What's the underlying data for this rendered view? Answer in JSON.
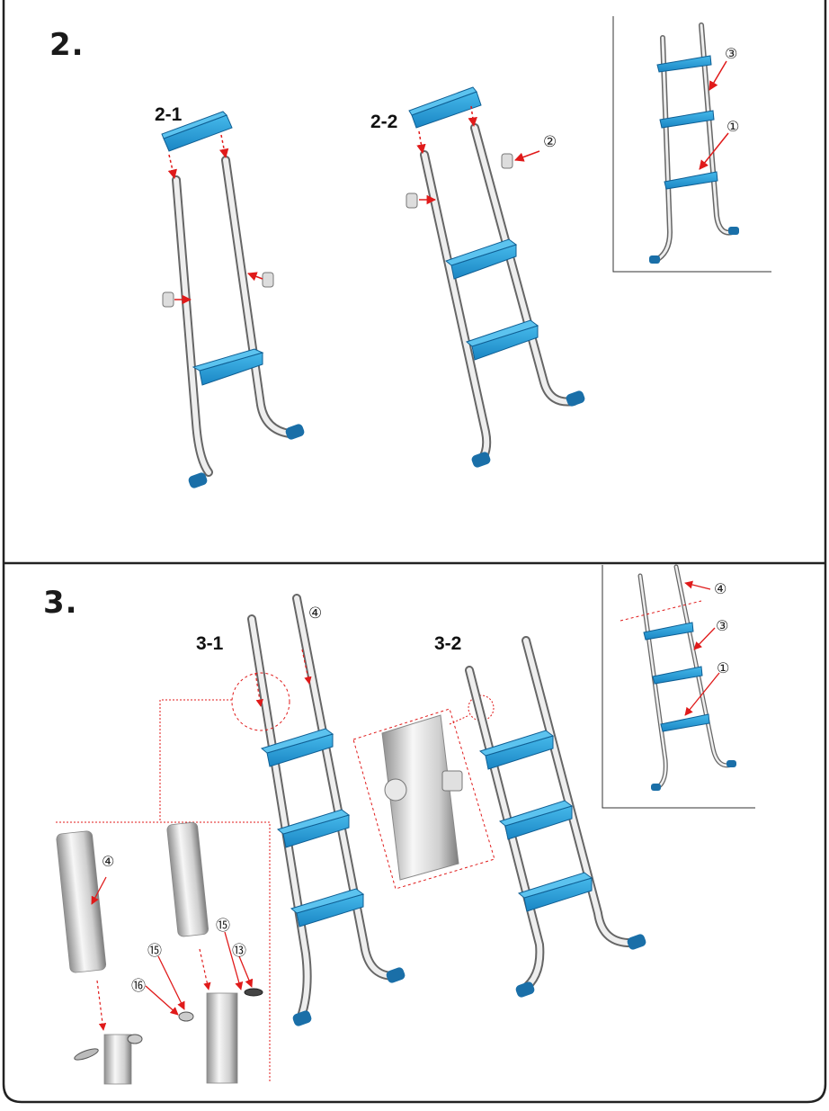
{
  "step2": {
    "number": "2.",
    "sub1": "2-1",
    "sub2": "2-2",
    "callout_cap": "②",
    "inset_callouts": [
      "③",
      "①"
    ]
  },
  "step3": {
    "number": "3.",
    "sub1": "3-1",
    "sub2": "3-2",
    "callout_top": "④",
    "detail_callouts": [
      "④",
      "⑮",
      "⑯",
      "⑮",
      "⑬"
    ],
    "inset_callouts": [
      "④",
      "③",
      "①"
    ]
  },
  "colors": {
    "step_plastic": "#2aa3dd",
    "step_plastic_dark": "#1677b3",
    "leader": "#e01a1a",
    "frame": "#222222"
  }
}
